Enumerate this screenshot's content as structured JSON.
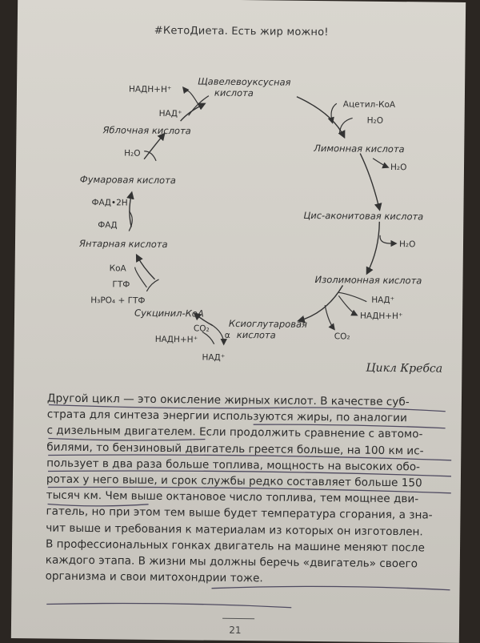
{
  "header": {
    "title": "#КетоДиета. Есть жир можно!"
  },
  "diagram": {
    "caption": "Цикл Кребса",
    "compounds": {
      "oxaloacetate": [
        "Щавелевоуксусная",
        "кислота"
      ],
      "citrate": "Лимонная кислота",
      "cis_aconitate": "Цис-аконитовая кислота",
      "isocitrate": "Изолимонная кислота",
      "ketoglutarate": [
        "Ксиоглутаровая",
        "кислота"
      ],
      "succinyl_coa": "Сукцинил-КоА",
      "succinate": "Янтарная кислота",
      "fumarate": "Фумаровая кислота",
      "malate": "Яблочная кислота"
    },
    "cofactors": {
      "nadh_top": "НАДН+Н⁺",
      "nad_top": "НАД⁺",
      "h2o_malate": "H₂O",
      "fadh2": "ФАД•2Н",
      "fad": "ФАД",
      "coa": "КоА",
      "gtf": "ГТФ",
      "h3po4": "H₃PO₄ + ГТФ",
      "co2_kg": "CO₂",
      "nadh_kg": "НАДН+Н⁺",
      "alpha": "α",
      "nad_kg": "НАД⁺",
      "acetyl_coa": "Ацетил-КоА",
      "h2o_citrate": "H₂O",
      "h2o_aconitate_out": "H₂O",
      "h2o_aconitate_in": "H₂O",
      "nad_iso": "НАД⁺",
      "nadh_iso": "НАДН+Н⁺",
      "co2_iso": "CO₂"
    }
  },
  "body": {
    "lines": [
      "Другой цикл — это окисление жирных кислот. В качестве суб-",
      "страта для синтеза энергии используются жиры, по аналогии",
      "с дизельным двигателем. Если продолжить сравнение с автомо-",
      "билями, то бензиновый двигатель греется больше, на 100 км ис-",
      "пользует в два раза больше топлива, мощность на высоких обо-",
      "ротах у него выше, и срок службы редко составляет больше 150",
      "тысяч км. Чем выше октановое число топлива, тем мощнее дви-",
      "гатель, но при этом тем выше будет температура сгорания, а зна-",
      "чит выше и требования к материалам из которых он изготовлен.",
      "В профессиональных гонках двигатель на машине меняют после",
      "каждого этапа. В жизни мы должны беречь «двигатель» своего",
      "организма и свои митохондрии тоже."
    ]
  },
  "footer": {
    "page_number": "21"
  }
}
